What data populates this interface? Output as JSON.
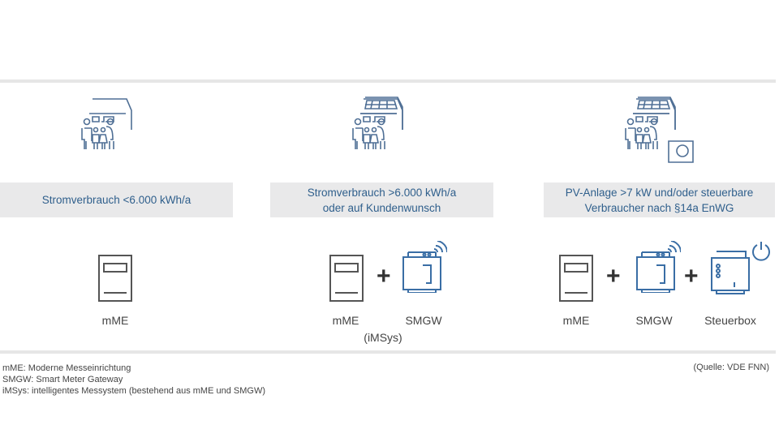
{
  "columns": [
    {
      "condition": "Stromverbrauch  <6.000 kWh/a",
      "devices": [
        "mME"
      ]
    },
    {
      "condition_lines": [
        "Stromverbrauch >6.000 kWh/a",
        "oder auf Kundenwunsch"
      ],
      "devices": [
        "mME",
        "SMGW"
      ],
      "note": "(iMSys)"
    },
    {
      "condition_lines": [
        "PV-Anlage >7 kW und/oder steuerbare",
        "Verbraucher nach §14a EnWG"
      ],
      "devices": [
        "mME",
        "SMGW",
        "Steuerbox"
      ]
    }
  ],
  "plus": "+",
  "footnotes": [
    "mME: Moderne Messeinrichtung",
    "SMGW: Smart Meter Gateway",
    "iMSys: intelligentes Messystem (bestehend aus mME und SMGW)"
  ],
  "source": "(Quelle: VDE FNN)",
  "colors": {
    "accent": "#2f5f8c",
    "icon_blue": "#3a6ea5",
    "box": "#e9e9ea"
  }
}
